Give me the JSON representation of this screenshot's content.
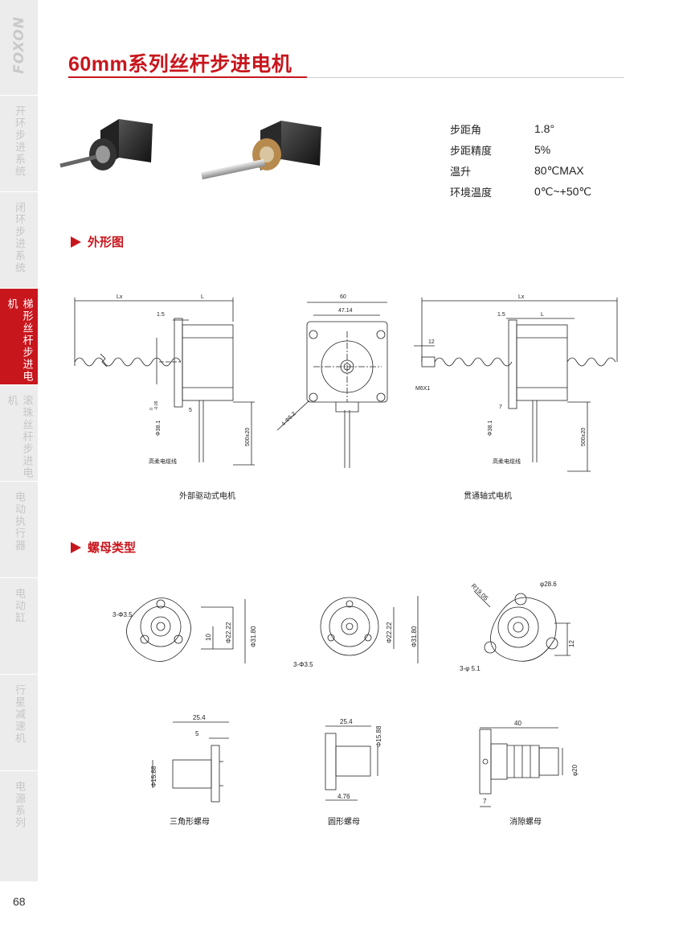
{
  "brand": "FOXON",
  "page_number": "68",
  "title": "60mm系列丝杆步进电机",
  "sidebar": {
    "items": [
      {
        "label": "开环步进系统",
        "active": false
      },
      {
        "label": "闭环步进系统",
        "active": false
      },
      {
        "label": "梯形丝杆步进电机",
        "active": true
      },
      {
        "label": "滚珠丝杆步进电机",
        "active": false
      },
      {
        "label": "电动执行器",
        "active": false
      },
      {
        "label": "电动缸",
        "active": false
      },
      {
        "label": "行星减速机",
        "active": false
      },
      {
        "label": "电源系列",
        "active": false
      }
    ]
  },
  "specs": [
    {
      "label": "步距角",
      "value": "1.8°"
    },
    {
      "label": "步距精度",
      "value": "5%"
    },
    {
      "label": "温升",
      "value": "80℃MAX"
    },
    {
      "label": "环境温度",
      "value": "0℃~+50℃"
    }
  ],
  "sections": {
    "outline": "外形图",
    "nut_types": "螺母类型"
  },
  "outline": {
    "caption_external": "外部驱动式电机",
    "caption_through": "贯通轴式电机",
    "dims": {
      "lx": "Lx",
      "l": "L",
      "d1_5": "1.5",
      "d5": "5",
      "d7": "7",
      "d12": "12",
      "phi38": "Φ38.1",
      "tol_upper": "0",
      "tol_lower": "-0.05",
      "d500": "500±20",
      "cable": "高柔电缆线",
      "d60": "60",
      "d47": "47.14",
      "holes": "4-Φ5.2",
      "m6": "M6X1"
    }
  },
  "nuts": {
    "caption_triangle": "三角形螺母",
    "caption_round": "圆形螺母",
    "caption_backlash": "消隙螺母",
    "triangle": {
      "holes": "3-Φ3.5",
      "d10": "10",
      "d22": "Φ22.22",
      "d31": "Φ31.80",
      "d25": "25.4",
      "d5": "5",
      "d15": "Φ15.88"
    },
    "round": {
      "holes": "3-Φ3.5",
      "d22": "Φ22.22",
      "d31": "Φ31.80",
      "d25": "25.4",
      "d15": "Φ15.88",
      "d476": "4.76"
    },
    "backlash": {
      "r19": "R19.05",
      "d28": "φ28.6",
      "d12": "12",
      "holes": "3-φ 5.1",
      "d40": "40",
      "d20": "φ20",
      "d7": "7"
    }
  },
  "colors": {
    "accent": "#c8161d",
    "sidebar_bg": "#ececec",
    "sidebar_text": "#c6c6c6"
  }
}
